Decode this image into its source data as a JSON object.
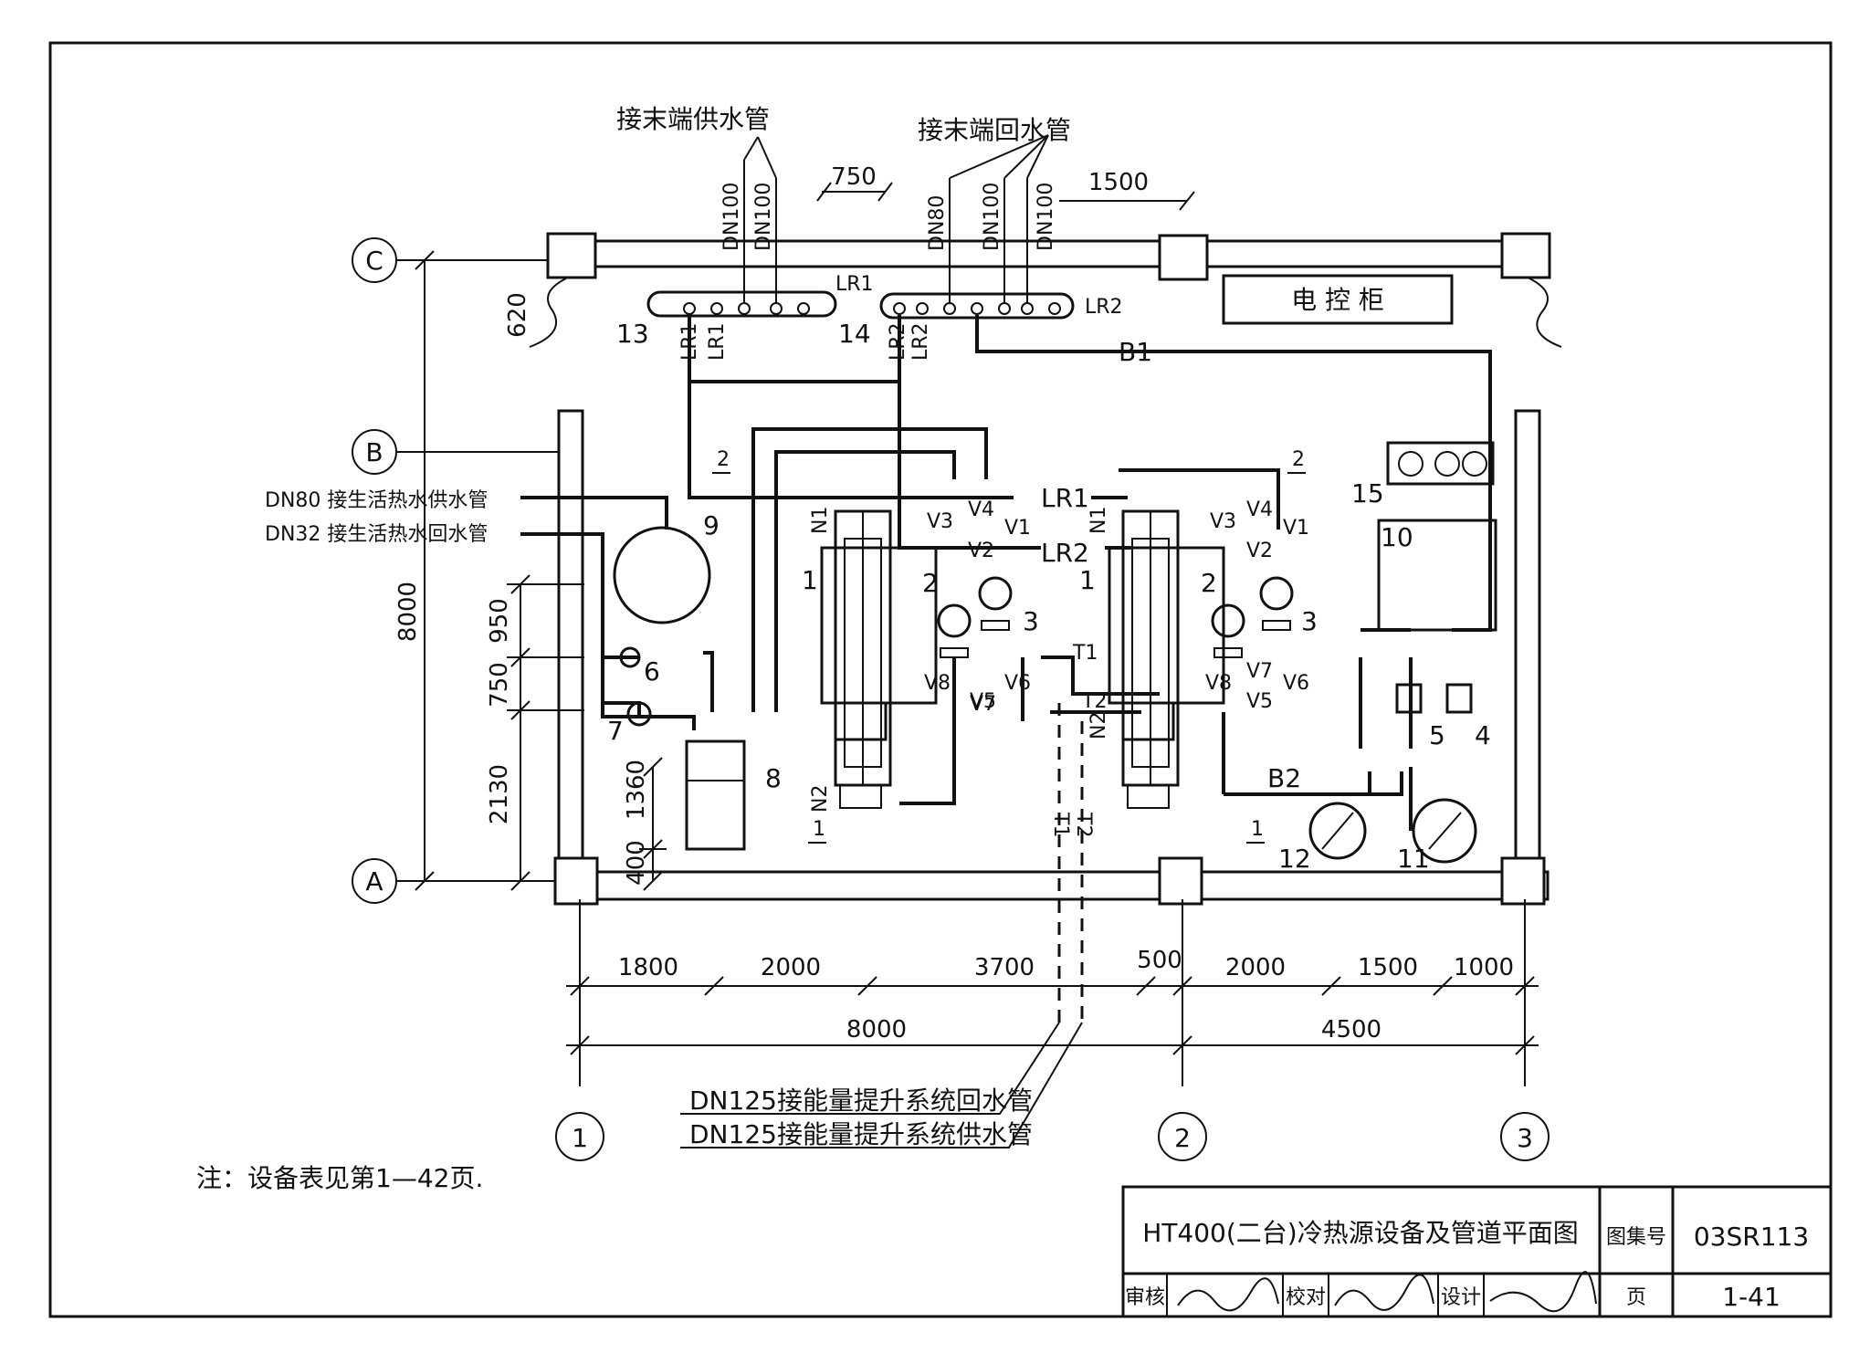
{
  "labels": {
    "supply_terminal": "接末端供水管",
    "return_terminal": "接末端回水管",
    "control_cabinet": "电 控 柜",
    "domestic_supply": "DN80 接生活热水供水管",
    "domestic_return": "DN32 接生活热水回水管",
    "energy_return": "DN125接能量提升系统回水管",
    "energy_supply": "DN125接能量提升系统供水管",
    "note": "注：设备表见第1—42页."
  },
  "pipes": {
    "dn100": "DN100",
    "dn80": "DN80",
    "lr1": "LR1",
    "lr2": "LR2",
    "b1": "B1",
    "b2": "B2",
    "t1": "T1",
    "t2": "T2",
    "n1": "N1",
    "n2": "N2"
  },
  "valves": {
    "v1": "V1",
    "v2": "V2",
    "v3": "V3",
    "v4": "V4",
    "v5": "V5",
    "v6": "V6",
    "v7": "V7",
    "v8": "V8"
  },
  "items": [
    "1",
    "2",
    "3",
    "4",
    "5",
    "6",
    "7",
    "8",
    "9",
    "10",
    "11",
    "12",
    "13",
    "14",
    "15"
  ],
  "section_marks": {
    "one": "1",
    "two": "2"
  },
  "axes": {
    "a": "A",
    "b": "B",
    "c": "C",
    "x1": "1",
    "x2": "2",
    "x3": "3"
  },
  "dims": {
    "d750_top": "750",
    "d1500_top": "1500",
    "d620": "620",
    "d8000_v": "8000",
    "d950": "950",
    "d750_v": "750",
    "d2130": "2130",
    "d1360": "1360",
    "d400": "400",
    "d1800": "1800",
    "d2000a": "2000",
    "d3700": "3700",
    "d500": "500",
    "d2000b": "2000",
    "d1500b": "1500",
    "d1000": "1000",
    "d8000_h": "8000",
    "d4500": "4500"
  },
  "title_block": {
    "title": "HT400(二台)冷热源设备及管道平面图",
    "atlas_label": "图集号",
    "atlas_no": "03SR113",
    "review": "审核",
    "check": "校对",
    "design": "设计",
    "page_label": "页",
    "page_no": "1-41"
  }
}
